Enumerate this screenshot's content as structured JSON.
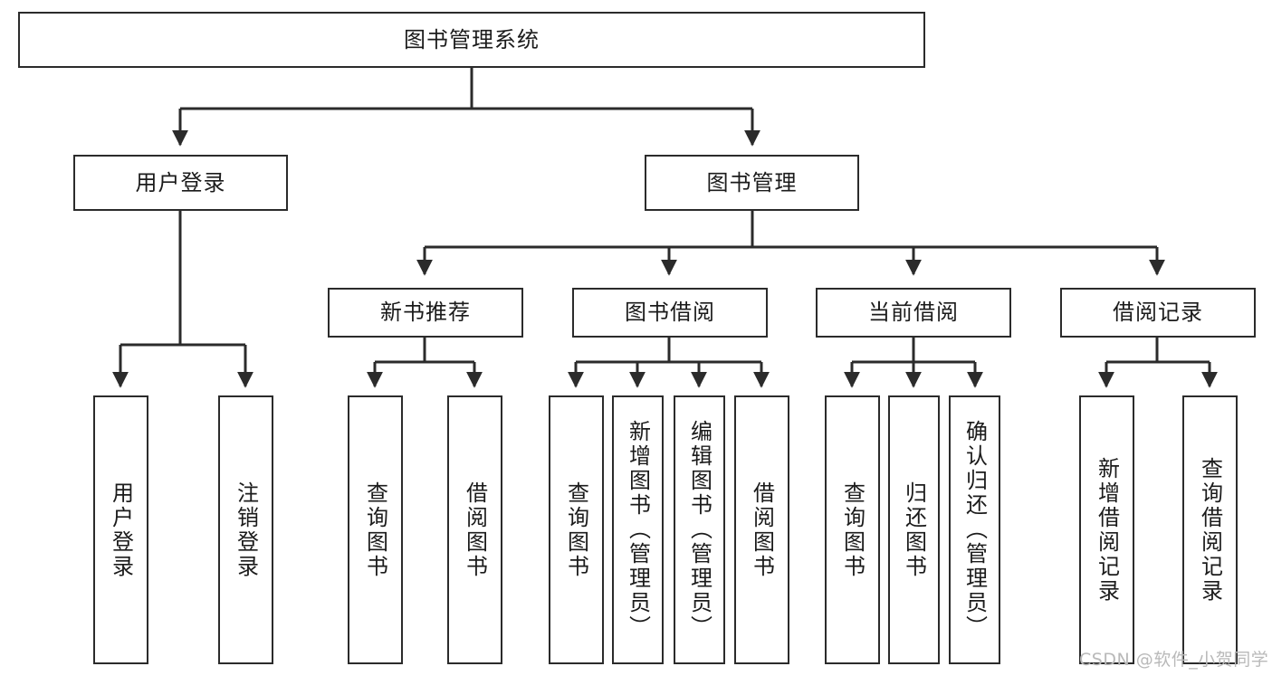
{
  "diagram": {
    "type": "tree-hierarchy",
    "title_node": {
      "label": "图书管理系统"
    },
    "level2": [
      {
        "id": "user-login",
        "label": "用户登录"
      },
      {
        "id": "book-manage",
        "label": "图书管理"
      }
    ],
    "level3": [
      {
        "id": "new-book-recommend",
        "label": "新书推荐",
        "parent": "book-manage"
      },
      {
        "id": "book-borrow",
        "label": "图书借阅",
        "parent": "book-manage"
      },
      {
        "id": "current-borrow",
        "label": "当前借阅",
        "parent": "book-manage"
      },
      {
        "id": "borrow-record",
        "label": "借阅记录",
        "parent": "book-manage"
      }
    ],
    "leaves": [
      {
        "id": "leaf-user-login",
        "label": "用户登录",
        "parent": "user-login"
      },
      {
        "id": "leaf-user-logout",
        "label": "注销登录",
        "parent": "user-login"
      },
      {
        "id": "leaf-query-book-1",
        "label": "查询图书",
        "parent": "new-book-recommend"
      },
      {
        "id": "leaf-borrow-book-1",
        "label": "借阅图书",
        "parent": "new-book-recommend"
      },
      {
        "id": "leaf-query-book-2",
        "label": "查询图书",
        "parent": "book-borrow"
      },
      {
        "id": "leaf-add-book",
        "label": "新增图书（管理员）",
        "parent": "book-borrow"
      },
      {
        "id": "leaf-edit-book",
        "label": "编辑图书（管理员）",
        "parent": "book-borrow"
      },
      {
        "id": "leaf-borrow-book-2",
        "label": "借阅图书",
        "parent": "book-borrow"
      },
      {
        "id": "leaf-query-book-3",
        "label": "查询图书",
        "parent": "current-borrow"
      },
      {
        "id": "leaf-return-book",
        "label": "归还图书",
        "parent": "current-borrow"
      },
      {
        "id": "leaf-confirm-return",
        "label": "确认归还（管理员）",
        "parent": "current-borrow"
      },
      {
        "id": "leaf-add-record",
        "label": "新增借阅记录",
        "parent": "borrow-record"
      },
      {
        "id": "leaf-query-record",
        "label": "查询借阅记录",
        "parent": "borrow-record"
      }
    ],
    "colors": {
      "stroke": "#2b2b2b",
      "fill": "#ffffff",
      "text": "#1b1b1b",
      "watermark": "#b9b9b9"
    }
  },
  "watermark": {
    "text": "CSDN @软件_小贺同学"
  }
}
